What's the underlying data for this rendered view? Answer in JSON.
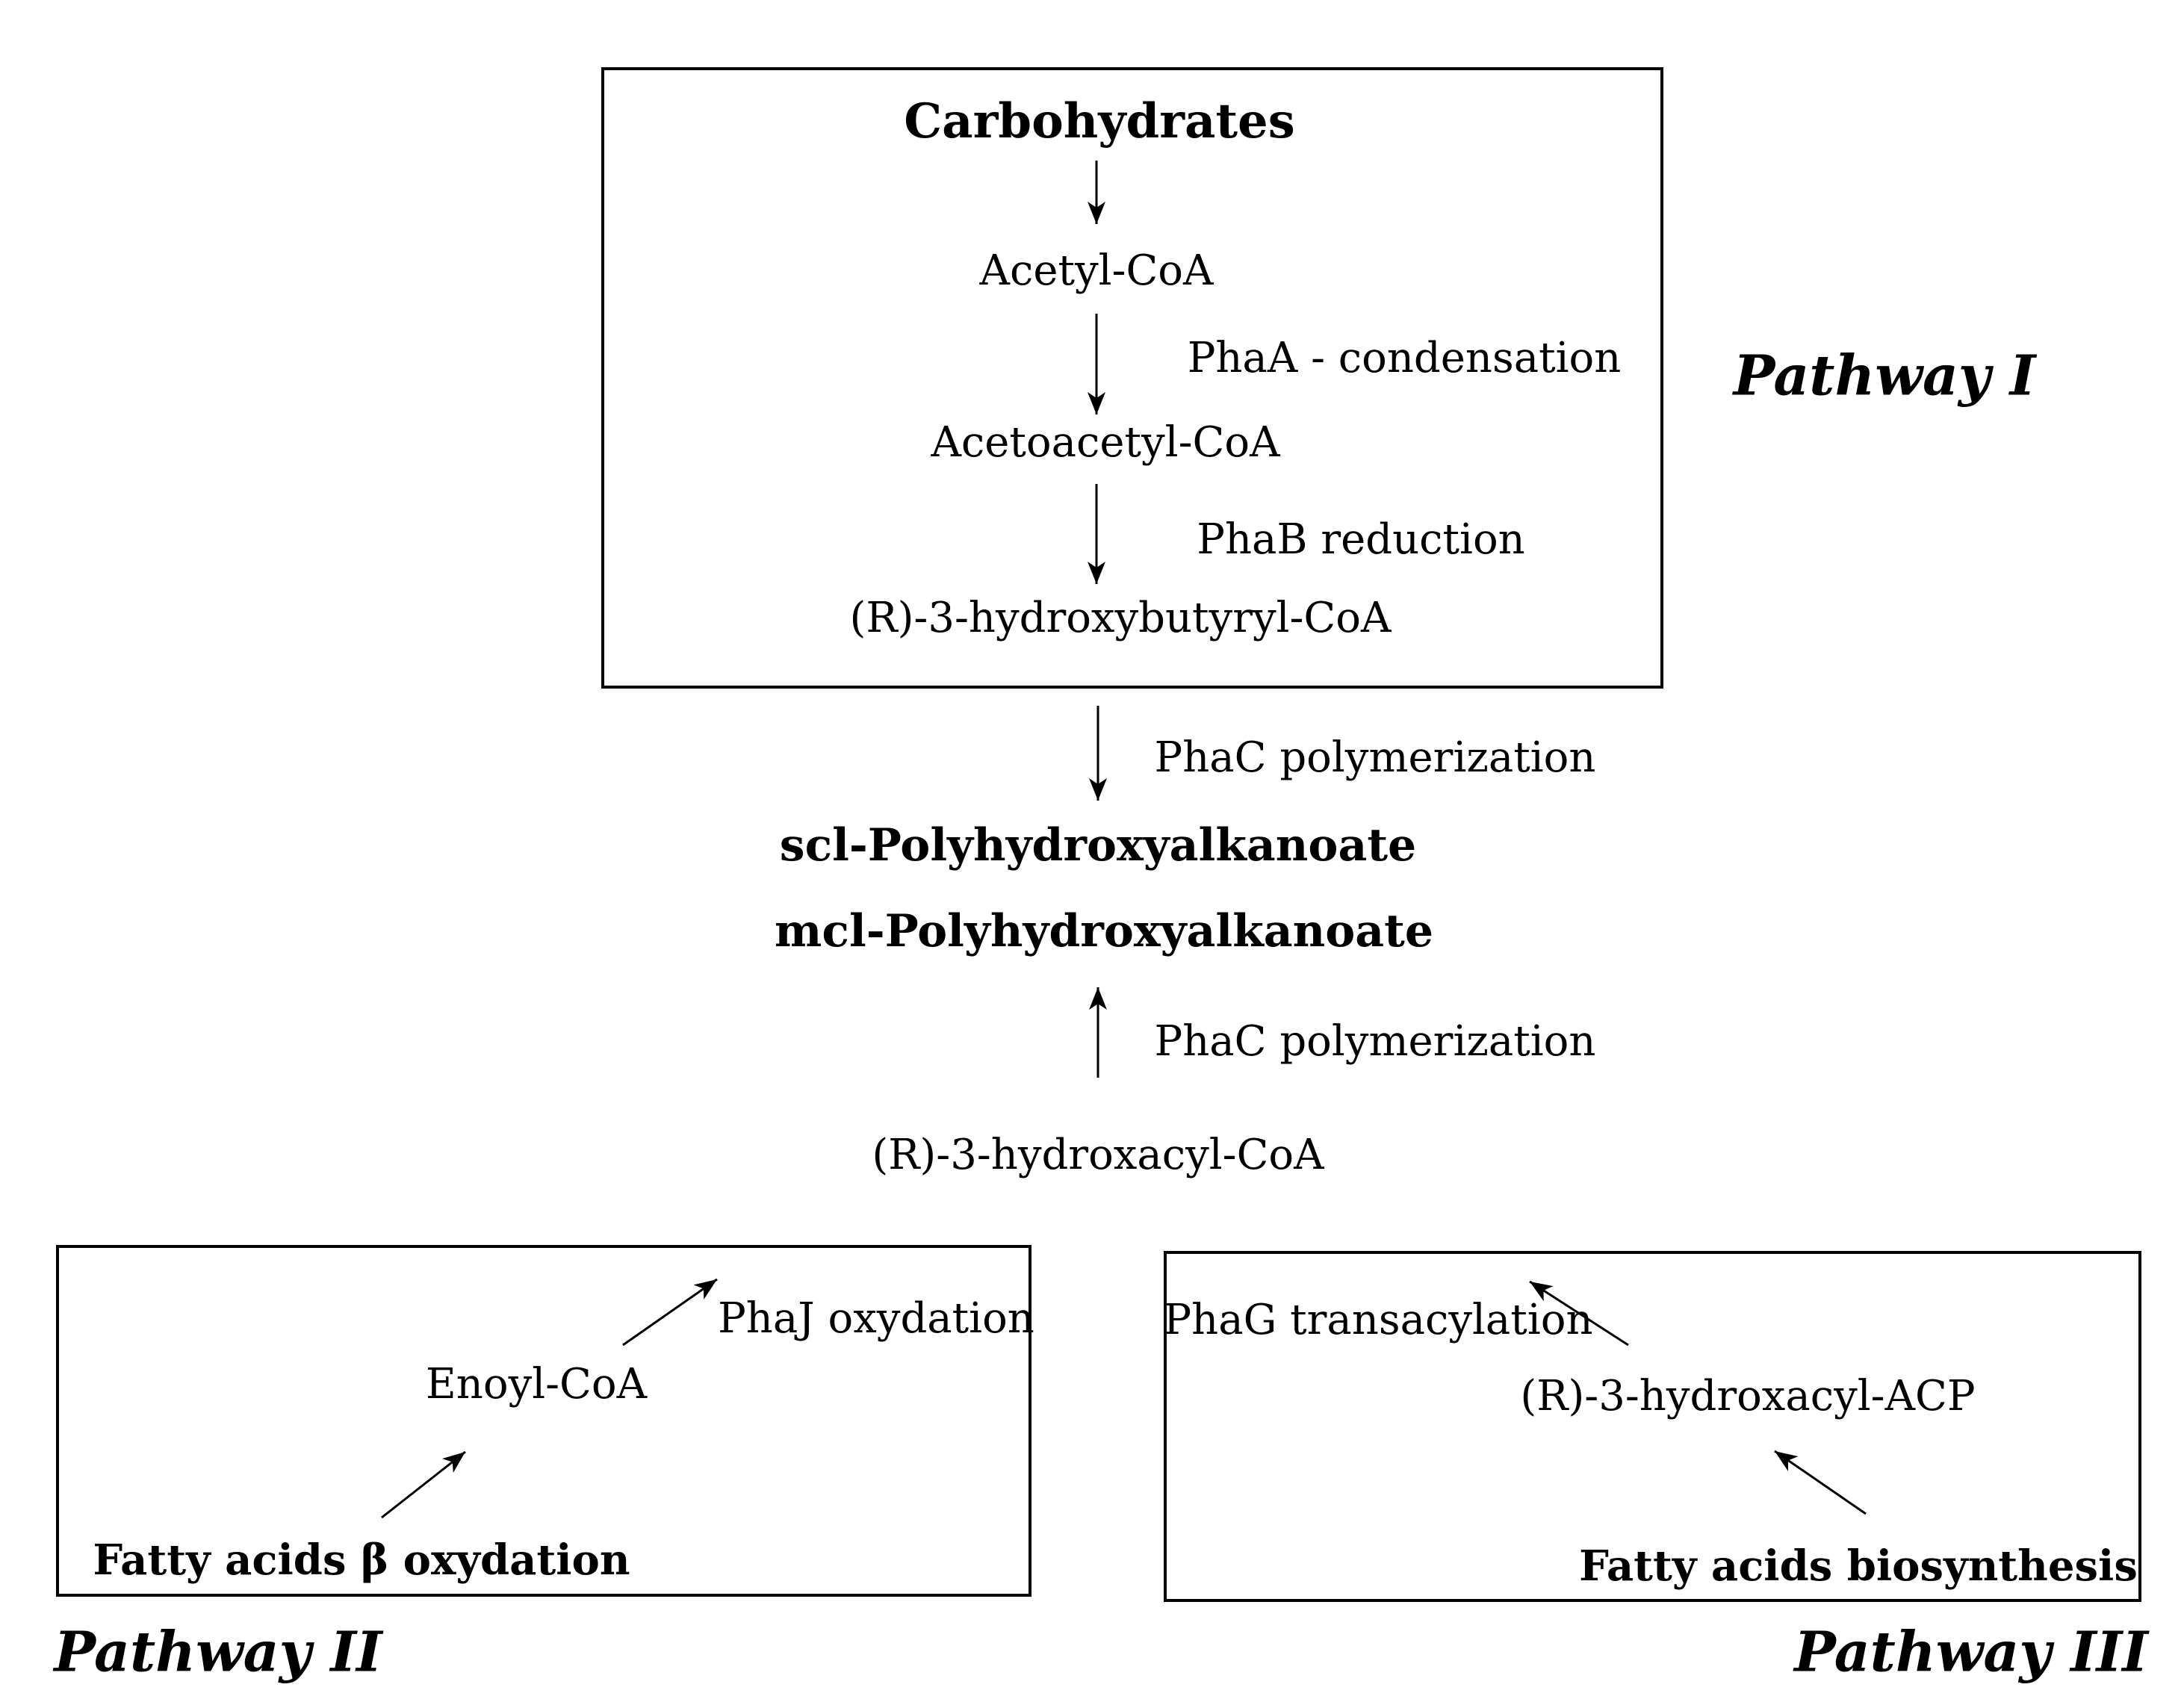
{
  "colors": {
    "ink": "#000000",
    "background": "#ffffff"
  },
  "pathway1": {
    "label": "Pathway I",
    "nodes": {
      "carbohydrates": "Carbohydrates",
      "acetyl_coa": "Acetyl-CoA",
      "acetoacetyl_coa": "Acetoacetyl-CoA",
      "r3_hydroxybutyryl_coa": "(R)-3-hydroxybutyryl-CoA"
    },
    "reactions": {
      "phaa_condensation": "PhaA - condensation",
      "phab_reduction": "PhaB reduction"
    }
  },
  "polymer": {
    "phac_polymerization_top": "PhaC polymerization",
    "scl_pha": "scl-Polyhydroxyalkanoate",
    "mcl_pha": "mcl-Polyhydroxyalkanoate",
    "phac_polymerization_bottom": "PhaC polymerization",
    "r3_hydroxacyl_coa": "(R)-3-hydroxacyl-CoA"
  },
  "pathway2": {
    "label": "Pathway II",
    "nodes": {
      "fatty_acids_beta_oxydation": "Fatty acids β oxydation",
      "enoyl_coa": "Enoyl-CoA"
    },
    "reactions": {
      "phaj_oxydation": "PhaJ oxydation"
    }
  },
  "pathway3": {
    "label": "Pathway III",
    "nodes": {
      "fatty_acids_biosynthesis": "Fatty acids biosynthesis",
      "r3_hydroxacyl_acp": "(R)-3-hydroxacyl-ACP"
    },
    "reactions": {
      "phag_transacylation": "PhaG transacylation"
    }
  }
}
